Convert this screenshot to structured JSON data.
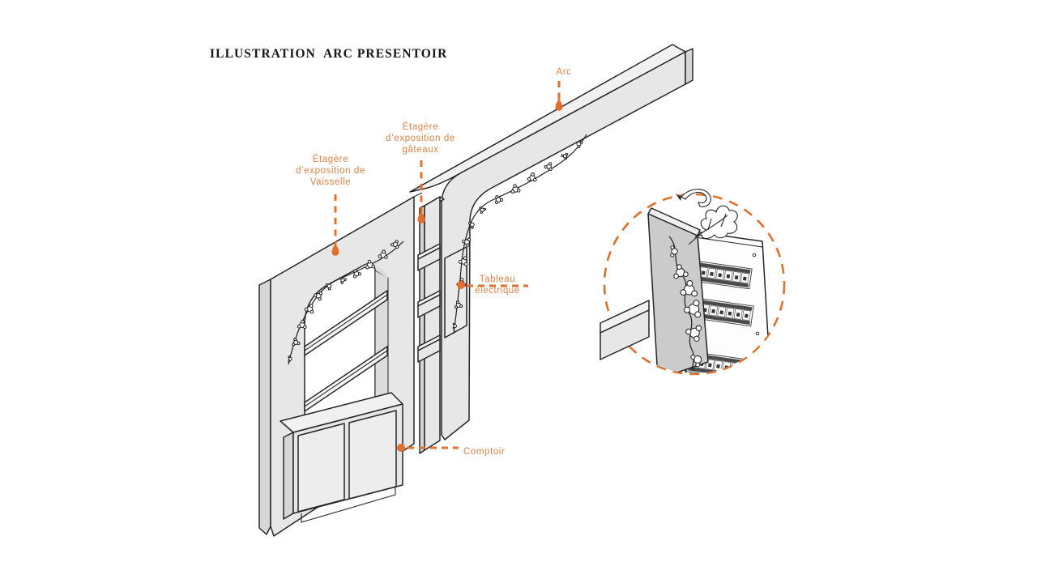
{
  "title": "ILLUSTRATION  ARC PRESENTOIR",
  "labels": {
    "arc": "Arc",
    "etagere_gateaux": {
      "line1": "Étagère",
      "line2": "d’exposition de",
      "line3": "gâteaux"
    },
    "etagere_vaisselle": {
      "line1": "Étagère",
      "line2": "d’exposition de",
      "line3": "Vaisselle"
    },
    "tableau_electrique": {
      "line1": "Tableau",
      "line2": "électrique"
    },
    "comptoir": "Comptoir"
  },
  "colors": {
    "accent_orange": "#E0702E",
    "label_orange": "#DB8347",
    "outline_black": "#262626",
    "face_gray": "#E7E7E7",
    "face_top_gray": "#F1F1F1",
    "face_side_gray": "#D6D6D6",
    "background": "#FFFFFF"
  }
}
